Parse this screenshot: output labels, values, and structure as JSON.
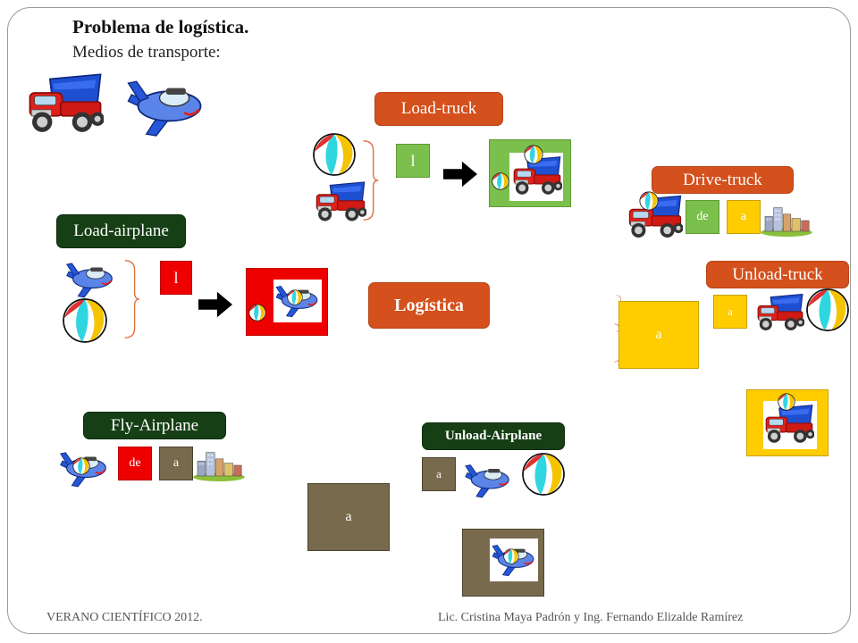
{
  "header": {
    "title": "Problema de logística.",
    "subtitle": "Medios de transporte:"
  },
  "actions": {
    "load_truck": "Load-truck",
    "load_airplane": "Load-airplane",
    "drive_truck": "Drive-truck",
    "unload_truck": "Unload-truck",
    "logistica": "Logística",
    "fly_airplane": "Fly-Airplane",
    "unload_airplane": "Unload-Airplane"
  },
  "params": {
    "load_truck_l": "l",
    "load_airplane_l": "l",
    "drive_de": "de",
    "drive_a": "a",
    "unload_truck_a": "a",
    "unload_truck_big_a": "a",
    "fly_de": "de",
    "fly_a": "a",
    "fly_big_a": "a",
    "unload_airplane_a": "a"
  },
  "footer": {
    "left": "VERANO CIENTÍFICO 2012.",
    "right": "Lic. Cristina Maya Padrón  y  Ing. Fernando Elizalde Ramírez"
  },
  "colors": {
    "orange": "#d4501c",
    "dark_green": "#163f16",
    "light_green": "#7bc04c",
    "red": "#ef0000",
    "yellow": "#ffcc00",
    "brown": "#786a4d"
  }
}
